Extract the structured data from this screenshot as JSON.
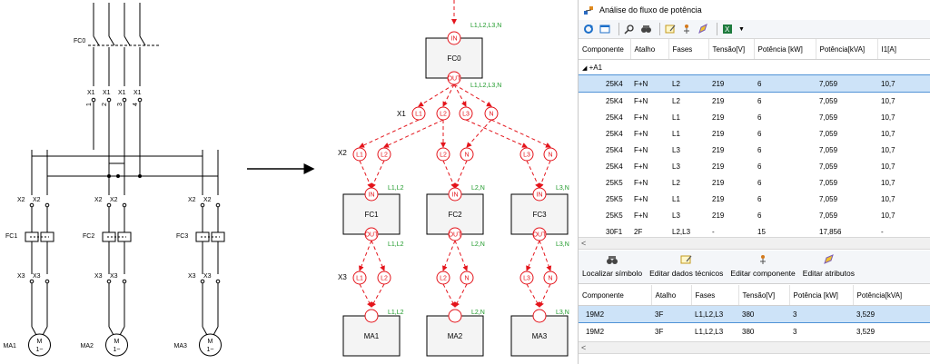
{
  "diagram": {
    "main_switch": "FC0",
    "terminal_rows": [
      "X1",
      "X2",
      "X3"
    ],
    "terminal_numbers": [
      "1",
      "2",
      "3",
      "4"
    ],
    "breakers": [
      "FC1",
      "FC2",
      "FC3"
    ],
    "motors": [
      "MA1",
      "MA2",
      "MA3"
    ],
    "motor_symbol": "M",
    "motor_phase": "1~",
    "flow_in": "IN",
    "flow_out": "OUT",
    "phase_all": "L1,L2,L3,N",
    "phase_labels": [
      "L1",
      "L2",
      "L3",
      "N"
    ],
    "branch_phases": [
      "L1,L2",
      "L2,N",
      "L3,N"
    ],
    "branch_pairs": [
      [
        "L1",
        "L2"
      ],
      [
        "L2",
        "N"
      ],
      [
        "L3",
        "N"
      ]
    ]
  },
  "panel": {
    "title": "Análise do fluxo de potência",
    "upper_columns": [
      "Componente",
      "Atalho",
      "Fases",
      "Tensão[V]",
      "Potência [kW]",
      "Potência[kVA]",
      "I1[A]"
    ],
    "group_label": "+A1",
    "upper_rows": [
      [
        "25K4",
        "F+N",
        "L2",
        "219",
        "6",
        "7,059",
        "10,7"
      ],
      [
        "25K4",
        "F+N",
        "L2",
        "219",
        "6",
        "7,059",
        "10,7"
      ],
      [
        "25K4",
        "F+N",
        "L1",
        "219",
        "6",
        "7,059",
        "10,7"
      ],
      [
        "25K4",
        "F+N",
        "L1",
        "219",
        "6",
        "7,059",
        "10,7"
      ],
      [
        "25K4",
        "F+N",
        "L3",
        "219",
        "6",
        "7,059",
        "10,7"
      ],
      [
        "25K4",
        "F+N",
        "L3",
        "219",
        "6",
        "7,059",
        "10,7"
      ],
      [
        "25K5",
        "F+N",
        "L2",
        "219",
        "6",
        "7,059",
        "10,7"
      ],
      [
        "25K5",
        "F+N",
        "L1",
        "219",
        "6",
        "7,059",
        "10,7"
      ],
      [
        "25K5",
        "F+N",
        "L3",
        "219",
        "6",
        "7,059",
        "10,7"
      ],
      [
        "30F1",
        "2F",
        "L2,L3",
        "-",
        "15",
        "17,856",
        "-"
      ]
    ],
    "actions": [
      "Localizar símbolo",
      "Editar dados técnicos",
      "Editar componente",
      "Editar atributos"
    ],
    "lower_columns": [
      "Componente",
      "Atalho",
      "Fases",
      "Tensão[V]",
      "Potência [kW]",
      "Potência[kVA]"
    ],
    "lower_rows": [
      [
        "19M2",
        "3F",
        "L1,L2,L3",
        "380",
        "3",
        "3,529"
      ],
      [
        "19M2",
        "3F",
        "L1,L2,L3",
        "380",
        "3",
        "3,529"
      ]
    ],
    "colors": {
      "selection": "#cde3f8",
      "selection_border": "#4f92d6",
      "flow_red": "#e4141b",
      "flow_green": "#1f9a2a"
    }
  }
}
